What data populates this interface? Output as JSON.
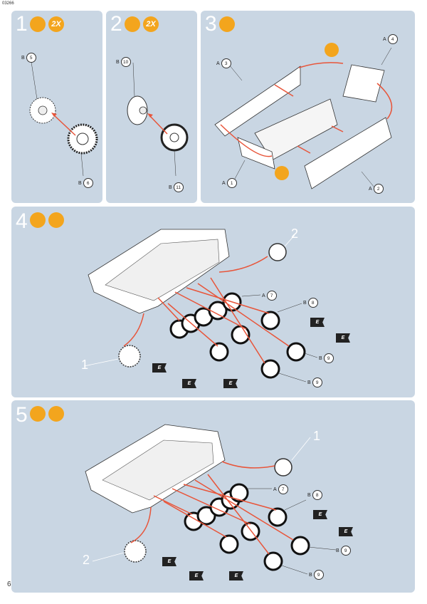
{
  "header": {
    "code": "03266"
  },
  "footer": {
    "page_number": "6"
  },
  "steps": [
    {
      "number": "1",
      "multiplier": "2X",
      "labels": [
        {
          "letter": "B",
          "num": "5"
        },
        {
          "letter": "B",
          "num": "6"
        }
      ]
    },
    {
      "number": "2",
      "multiplier": "2X",
      "labels": [
        {
          "letter": "B",
          "num": "10"
        },
        {
          "letter": "B",
          "num": "11"
        }
      ]
    },
    {
      "number": "3",
      "labels": [
        {
          "letter": "A",
          "num": "3"
        },
        {
          "letter": "A",
          "num": "4"
        },
        {
          "letter": "A",
          "num": "1"
        },
        {
          "letter": "A",
          "num": "2"
        }
      ]
    },
    {
      "number": "4",
      "labels": [
        {
          "letter": "A",
          "num": "7"
        },
        {
          "letter": "B",
          "num": "8"
        },
        {
          "letter": "B",
          "num": "9"
        },
        {
          "letter": "B",
          "num": "9"
        }
      ],
      "refs": [
        "2",
        "1"
      ],
      "flag": "E"
    },
    {
      "number": "5",
      "labels": [
        {
          "letter": "A",
          "num": "7"
        },
        {
          "letter": "B",
          "num": "8"
        },
        {
          "letter": "B",
          "num": "9"
        },
        {
          "letter": "B",
          "num": "9"
        }
      ],
      "refs": [
        "1",
        "2"
      ],
      "flag": "E"
    }
  ],
  "colors": {
    "panel": "#c9d6e3",
    "accent": "#f3a51d",
    "arrow": "#e8553a"
  }
}
